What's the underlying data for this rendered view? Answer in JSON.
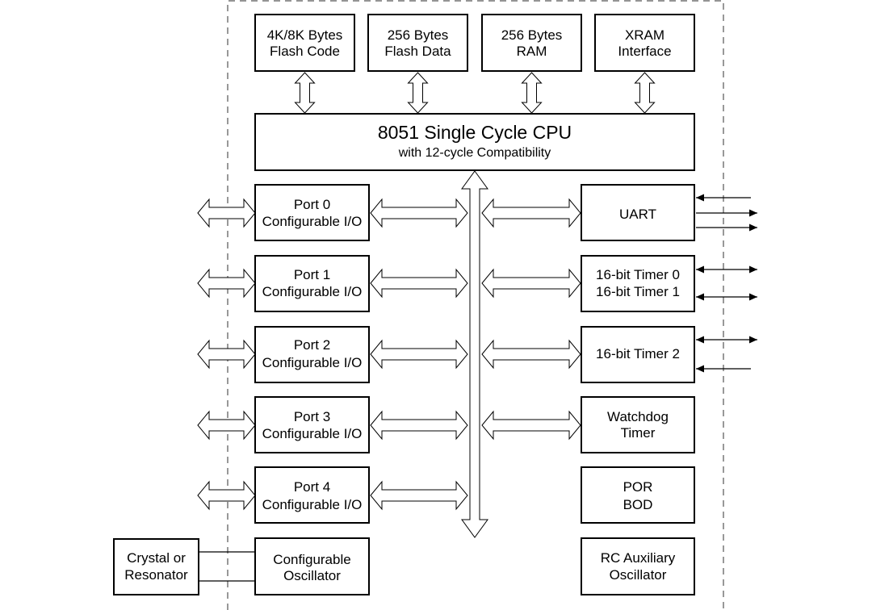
{
  "blocks": {
    "flash_code": [
      "4K/8K Bytes",
      "Flash Code"
    ],
    "flash_data": [
      "256 Bytes",
      "Flash Data"
    ],
    "ram": [
      "256 Bytes",
      "RAM"
    ],
    "xram": [
      "XRAM",
      "Interface"
    ],
    "cpu": [
      "8051 Single Cycle CPU",
      "with 12-cycle Compatibility"
    ],
    "port0": [
      "Port 0",
      "Configurable I/O"
    ],
    "port1": [
      "Port 1",
      "Configurable I/O"
    ],
    "port2": [
      "Port 2",
      "Configurable I/O"
    ],
    "port3": [
      "Port 3",
      "Configurable I/O"
    ],
    "port4": [
      "Port 4",
      "Configurable I/O"
    ],
    "oscillator": [
      "Configurable",
      "Oscillator"
    ],
    "uart": [
      "UART"
    ],
    "timer01": [
      "16-bit Timer 0",
      "16-bit Timer 1"
    ],
    "timer2": [
      "16-bit Timer 2"
    ],
    "watchdog": [
      "Watchdog",
      "Timer"
    ],
    "por": [
      "POR",
      "BOD"
    ],
    "rc_osc": [
      "RC Auxiliary",
      "Oscillator"
    ],
    "crystal": [
      "Crystal or",
      "Resonator"
    ]
  }
}
